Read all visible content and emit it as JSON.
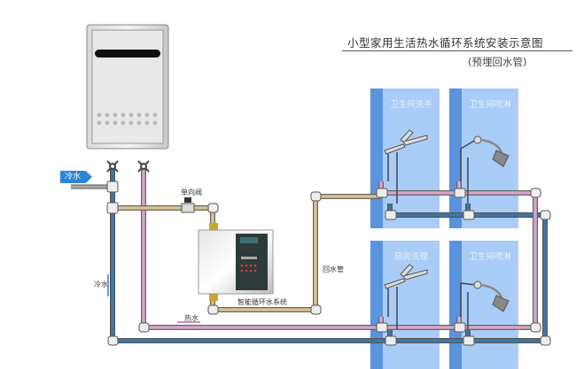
{
  "title": "小型家用生活热水循环系统安装示意图",
  "subtitle": "(预埋回水管)",
  "labels": {
    "cold_water_inlet": "冷水",
    "check_valve": "单向阀",
    "return_pipe": "回水管",
    "circulation_unit": "智能循环水系统",
    "cold_water_flow": "冷水",
    "hot_water_flow": "热水"
  },
  "rooms": [
    {
      "name": "卫生间洗手",
      "fixture": "faucet"
    },
    {
      "name": "卫生间喷淋",
      "fixture": "shower"
    },
    {
      "name": "厨房洗理",
      "fixture": "faucet"
    },
    {
      "name": "卫生间喷淋",
      "fixture": "shower"
    }
  ],
  "components": {
    "water_heater": "wall-mounted-water-heater",
    "pump": "smart-circulation-pump"
  },
  "colors": {
    "cold_pipe": "#3f78a8",
    "hot_pipe": "#d7a6c8",
    "return_pipe": "#d9c48c",
    "room_fill": "#a9cdf6",
    "room_edge": "#5b93df",
    "tag": "#2e85d6"
  }
}
